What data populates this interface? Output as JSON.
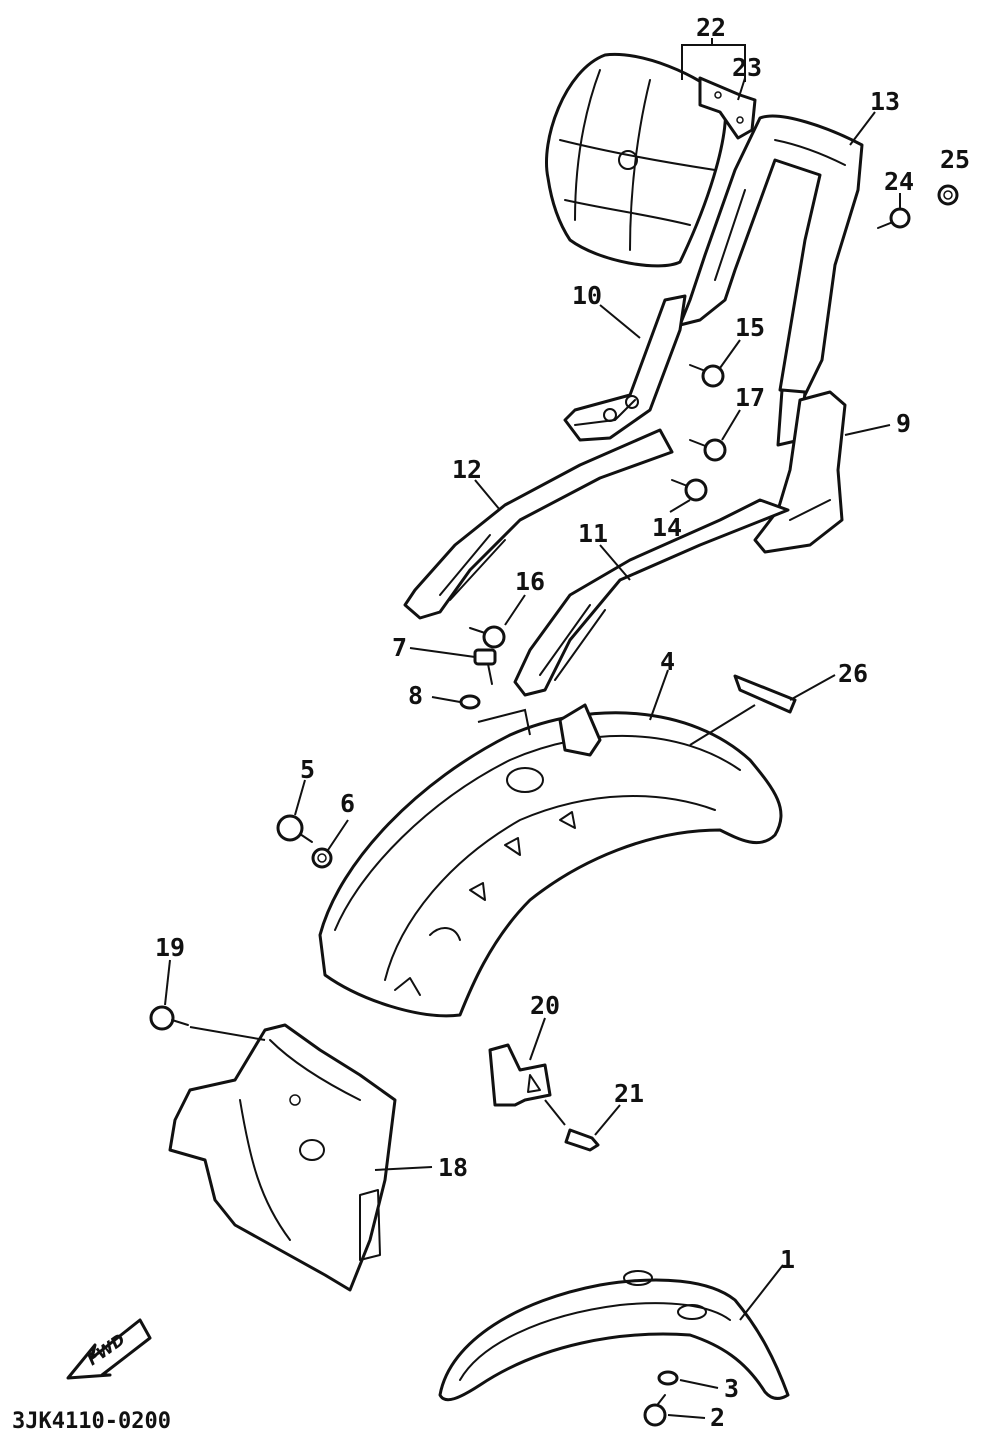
{
  "diagram": {
    "code": "3JK4110-0200",
    "direction_label": "FWD",
    "labels": [
      "1",
      "2",
      "3",
      "4",
      "5",
      "6",
      "7",
      "8",
      "9",
      "10",
      "11",
      "12",
      "13",
      "14",
      "15",
      "16",
      "17",
      "18",
      "19",
      "20",
      "21",
      "22",
      "23",
      "24",
      "25",
      "26"
    ]
  },
  "colors": {
    "ink": "#111111",
    "paper": "#ffffff"
  },
  "icons": {
    "direction": "arrow-left-icon"
  }
}
